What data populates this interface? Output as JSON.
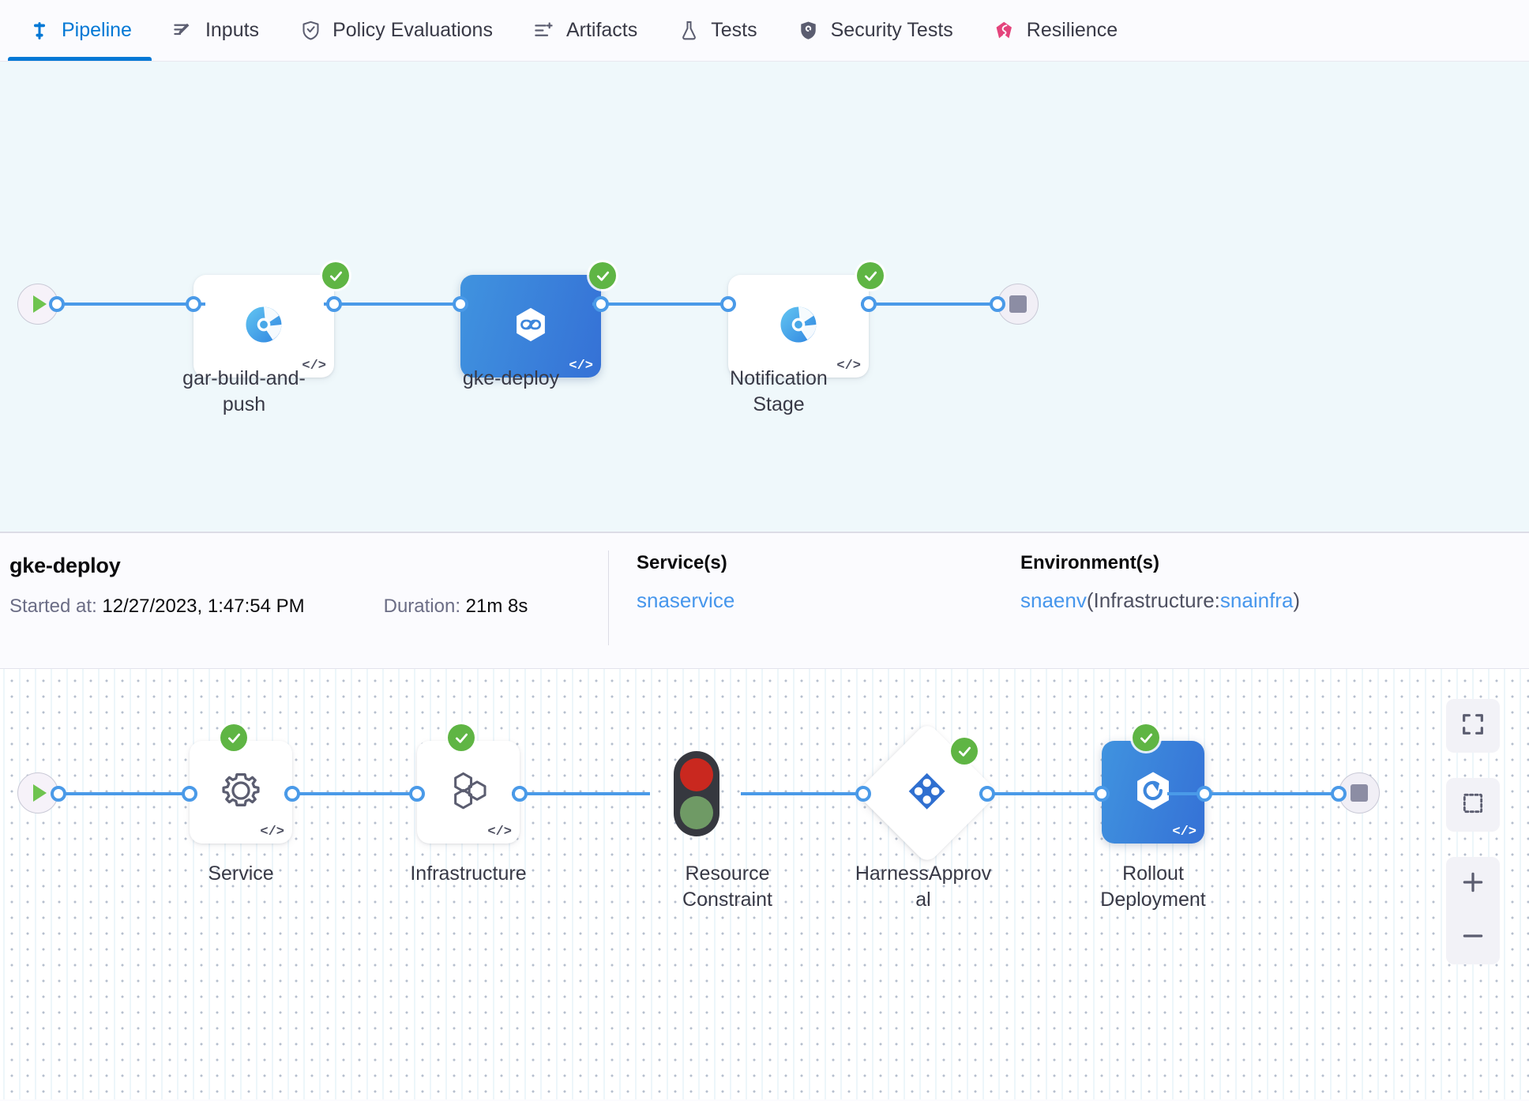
{
  "tabs": [
    {
      "label": "Pipeline",
      "icon": "pipeline-icon",
      "active": true
    },
    {
      "label": "Inputs",
      "icon": "inputs-icon",
      "active": false
    },
    {
      "label": "Policy Evaluations",
      "icon": "policy-shield-icon",
      "active": false
    },
    {
      "label": "Artifacts",
      "icon": "artifacts-icon",
      "active": false
    },
    {
      "label": "Tests",
      "icon": "flask-icon",
      "active": false
    },
    {
      "label": "Security Tests",
      "icon": "security-shield-icon",
      "active": false
    },
    {
      "label": "Resilience",
      "icon": "resilience-icon",
      "active": false
    }
  ],
  "pipeline_graph": {
    "start_icon": "play-icon",
    "end_icon": "stop-icon",
    "nodes": [
      {
        "label": "gar-build-and-\npush",
        "icon": "harness-ci-icon",
        "status": "success",
        "selected": false
      },
      {
        "label": "gke-deploy",
        "icon": "harness-cd-icon",
        "status": "success",
        "selected": true
      },
      {
        "label": "Notification\nStage",
        "icon": "harness-ci-icon",
        "status": "success",
        "selected": false
      }
    ]
  },
  "stage_info": {
    "title": "gke-deploy",
    "started_label": "Started at:",
    "started_value": "12/27/2023, 1:47:54 PM",
    "duration_label": "Duration:",
    "duration_value": "21m 8s",
    "services_header": "Service(s)",
    "service_name": "snaservice",
    "environments_header": "Environment(s)",
    "env_name": "snaenv",
    "env_infra_prefix": "(Infrastructure:",
    "env_infra_name": "snainfra",
    "env_infra_suffix": ")"
  },
  "execution_graph": {
    "start_icon": "play-icon",
    "end_icon": "stop-icon",
    "nodes": [
      {
        "label": "Service",
        "icon": "gear-icon",
        "status": "success",
        "shape": "card"
      },
      {
        "label": "Infrastructure",
        "icon": "hexagons-icon",
        "status": "success",
        "shape": "card"
      },
      {
        "label": "Resource\nConstraint",
        "icon": "traffic-light-icon",
        "status": "none",
        "shape": "bare"
      },
      {
        "label": "HarnessApprov\nal",
        "icon": "harness-approval-icon",
        "status": "success",
        "shape": "diamond"
      },
      {
        "label": "Rollout\nDeployment",
        "icon": "rollout-icon",
        "status": "success",
        "shape": "card-blue"
      }
    ]
  },
  "controls": [
    {
      "name": "fit-to-screen-button",
      "icon": "expand-icon"
    },
    {
      "name": "select-area-button",
      "icon": "marquee-select-icon"
    },
    {
      "name": "zoom-in-button",
      "icon": "plus-icon"
    },
    {
      "name": "zoom-out-button",
      "icon": "minus-icon"
    }
  ],
  "colors": {
    "accent": "#0278d5",
    "edge": "#4a9ae8",
    "success": "#5fb544",
    "link": "#4696ec",
    "canvas_top": "#eff8fb"
  }
}
